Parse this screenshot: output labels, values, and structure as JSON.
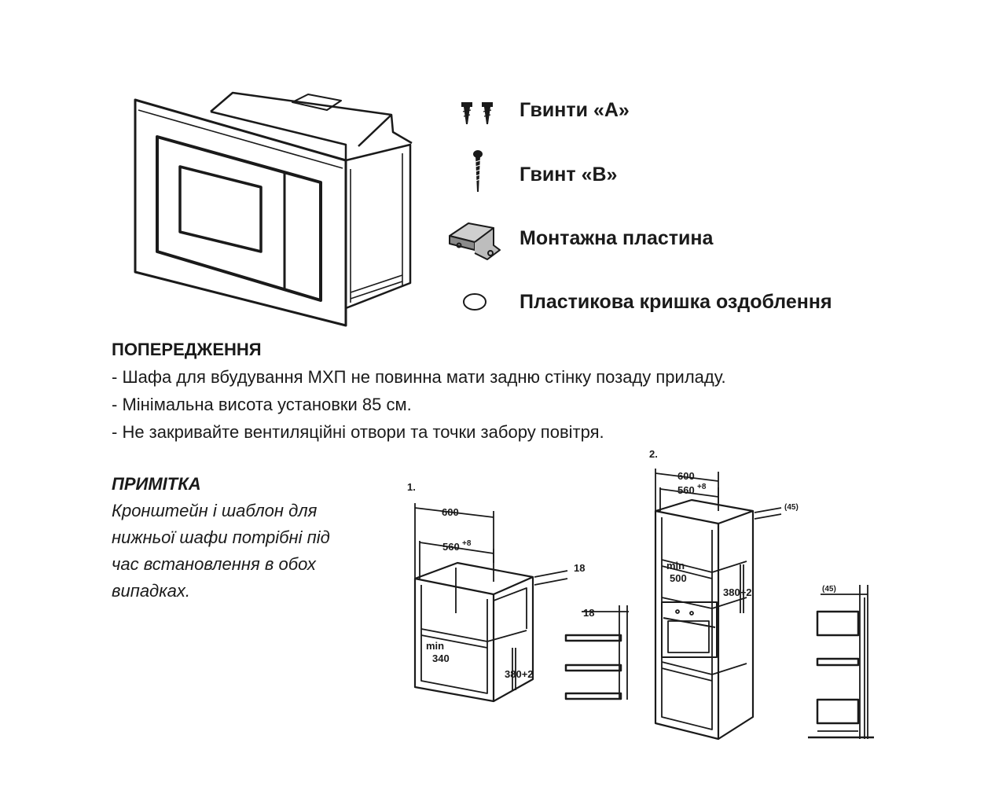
{
  "parts": [
    {
      "icon": "screw-a-icon",
      "label": "Гвинти «A»"
    },
    {
      "icon": "screw-b-icon",
      "label": "Гвинт «B»"
    },
    {
      "icon": "mounting-plate-icon",
      "label": "Монтажна пластина"
    },
    {
      "icon": "plastic-cap-icon",
      "label": "Пластикова кришка оздоблення"
    }
  ],
  "warning": {
    "title": "ПОПЕРЕДЖЕННЯ",
    "lines": [
      "- Шафа для вбудування МХП не повинна мати задню стінку позаду приладу.",
      "- Мінімальна висота установки 85 см.",
      "- Не закривайте вентиляційні отвори та точки забору повітря."
    ]
  },
  "note": {
    "title": "ПРИМІТКА",
    "lines": [
      "Кронштейн і шаблон для",
      "нижньої шафи потрібні під",
      "час встановлення в обох",
      "випадках."
    ]
  },
  "diagram1": {
    "number": "1.",
    "width_outer": "600",
    "width_inner": "560",
    "width_inner_tol": "+8",
    "depth": "18",
    "side": "18",
    "min_label": "min",
    "min_value": "340",
    "height": "380+2"
  },
  "diagram2": {
    "number": "2.",
    "width_outer": "600",
    "width_inner": "560",
    "width_inner_tol": "+8",
    "depth": "(45)",
    "min_label": "min",
    "min_value": "500",
    "height": "380+2",
    "side_depth": "(45)"
  }
}
